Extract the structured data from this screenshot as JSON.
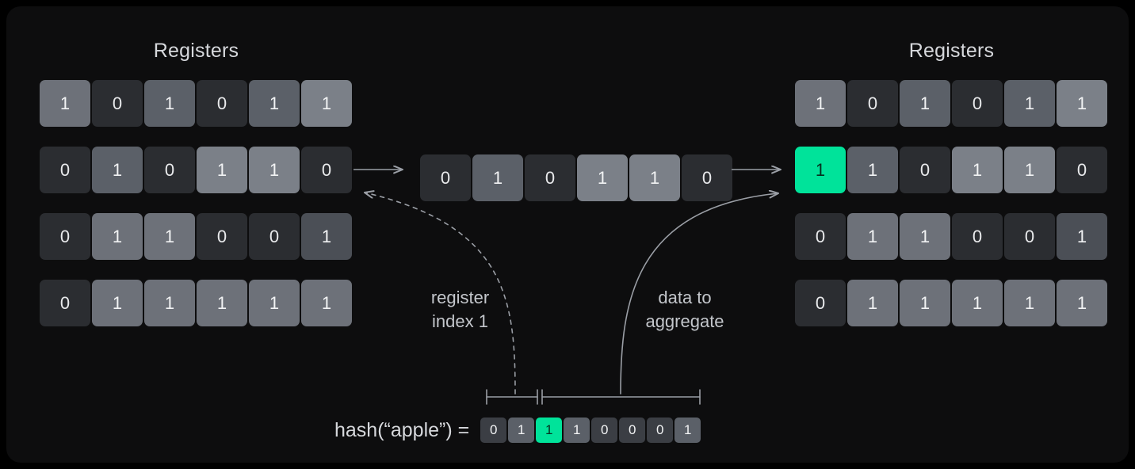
{
  "card": {
    "background": "#0d0d0e",
    "accent": "#00e39a"
  },
  "left_panel": {
    "title": "Registers",
    "rows": [
      {
        "cells": [
          {
            "value": "1",
            "shade": "s4"
          },
          {
            "value": "0",
            "shade": "s0"
          },
          {
            "value": "1",
            "shade": "s3"
          },
          {
            "value": "0",
            "shade": "s0"
          },
          {
            "value": "1",
            "shade": "s3"
          },
          {
            "value": "1",
            "shade": "s5"
          }
        ]
      },
      {
        "cells": [
          {
            "value": "0",
            "shade": "s0"
          },
          {
            "value": "1",
            "shade": "s3"
          },
          {
            "value": "0",
            "shade": "s0"
          },
          {
            "value": "1",
            "shade": "s5"
          },
          {
            "value": "1",
            "shade": "s5"
          },
          {
            "value": "0",
            "shade": "s0"
          }
        ]
      },
      {
        "cells": [
          {
            "value": "0",
            "shade": "s0"
          },
          {
            "value": "1",
            "shade": "s4"
          },
          {
            "value": "1",
            "shade": "s4"
          },
          {
            "value": "0",
            "shade": "s0"
          },
          {
            "value": "0",
            "shade": "s0"
          },
          {
            "value": "1",
            "shade": "s2"
          }
        ]
      },
      {
        "cells": [
          {
            "value": "0",
            "shade": "s0"
          },
          {
            "value": "1",
            "shade": "s4"
          },
          {
            "value": "1",
            "shade": "s4"
          },
          {
            "value": "1",
            "shade": "s4"
          },
          {
            "value": "1",
            "shade": "s4"
          },
          {
            "value": "1",
            "shade": "s4"
          }
        ]
      }
    ]
  },
  "middle_row": {
    "cells": [
      {
        "value": "0",
        "shade": "s0"
      },
      {
        "value": "1",
        "shade": "s3"
      },
      {
        "value": "0",
        "shade": "s0"
      },
      {
        "value": "1",
        "shade": "s5"
      },
      {
        "value": "1",
        "shade": "s5"
      },
      {
        "value": "0",
        "shade": "s0"
      }
    ]
  },
  "right_panel": {
    "title": "Registers",
    "rows": [
      {
        "cells": [
          {
            "value": "1",
            "shade": "s4"
          },
          {
            "value": "0",
            "shade": "s0"
          },
          {
            "value": "1",
            "shade": "s3"
          },
          {
            "value": "0",
            "shade": "s0"
          },
          {
            "value": "1",
            "shade": "s3"
          },
          {
            "value": "1",
            "shade": "s5"
          }
        ]
      },
      {
        "cells": [
          {
            "value": "1",
            "shade": "hl"
          },
          {
            "value": "1",
            "shade": "s3"
          },
          {
            "value": "0",
            "shade": "s0"
          },
          {
            "value": "1",
            "shade": "s5"
          },
          {
            "value": "1",
            "shade": "s5"
          },
          {
            "value": "0",
            "shade": "s0"
          }
        ]
      },
      {
        "cells": [
          {
            "value": "0",
            "shade": "s0"
          },
          {
            "value": "1",
            "shade": "s4"
          },
          {
            "value": "1",
            "shade": "s4"
          },
          {
            "value": "0",
            "shade": "s0"
          },
          {
            "value": "0",
            "shade": "s0"
          },
          {
            "value": "1",
            "shade": "s2"
          }
        ]
      },
      {
        "cells": [
          {
            "value": "0",
            "shade": "s0"
          },
          {
            "value": "1",
            "shade": "s4"
          },
          {
            "value": "1",
            "shade": "s4"
          },
          {
            "value": "1",
            "shade": "s4"
          },
          {
            "value": "1",
            "shade": "s4"
          },
          {
            "value": "1",
            "shade": "s4"
          }
        ]
      }
    ]
  },
  "hash": {
    "label": "hash(“apple”) =",
    "bits": [
      {
        "value": "0",
        "shade": "s1"
      },
      {
        "value": "1",
        "shade": "s3"
      },
      {
        "value": "1",
        "shade": "hl"
      },
      {
        "value": "1",
        "shade": "s3"
      },
      {
        "value": "0",
        "shade": "s1"
      },
      {
        "value": "0",
        "shade": "s1"
      },
      {
        "value": "0",
        "shade": "s1"
      },
      {
        "value": "1",
        "shade": "s3"
      }
    ]
  },
  "callouts": {
    "register_index": "register\nindex 1",
    "data_to_aggregate": "data to\naggregate"
  }
}
